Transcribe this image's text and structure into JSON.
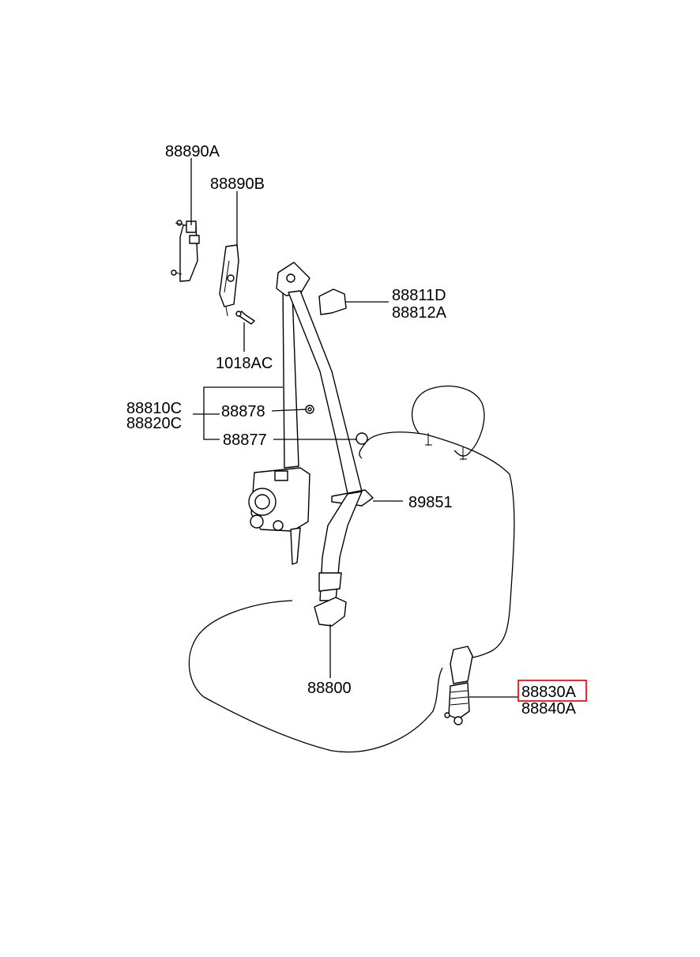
{
  "labels": {
    "p88890A": "88890A",
    "p88890B": "88890B",
    "p1018AC": "1018AC",
    "p88811D": "88811D",
    "p88812A": "88812A",
    "p88810C": "88810C",
    "p88820C": "88820C",
    "p88878": "88878",
    "p88877": "88877",
    "p89851": "89851",
    "p88800": "88800",
    "p88830A": "88830A",
    "p88840A": "88840A"
  },
  "highlight": {
    "part": "88830A",
    "color": "#e8141c"
  }
}
